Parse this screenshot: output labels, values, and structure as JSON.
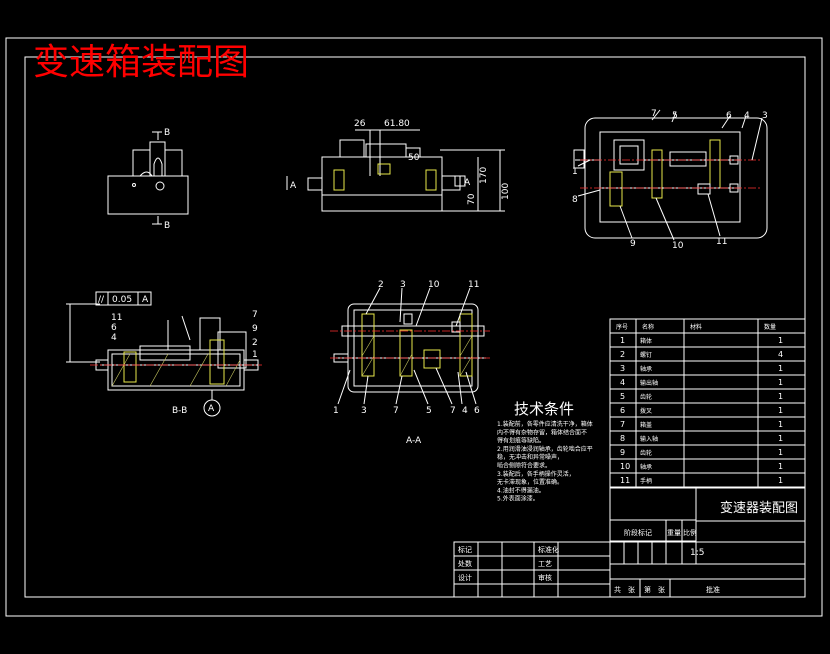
{
  "title_text": "变速箱装配图",
  "drawing_name": "变速器装配图",
  "tech_requirements": {
    "heading": "技术条件",
    "lines": [
      "1.装配前，各零件应清洗干净，箱体",
      "内不得有杂物存留，箱体结合面不",
      "得有划痕等缺陷。",
      "2.用润滑油浸润轴承，齿轮啮合应平",
      "稳，无冲击和异常噪声，",
      "啮合侧隙符合要求。",
      "3.装配后，各手柄操作灵活，",
      "无卡滞现象，位置准确。",
      "4.油封不得漏油。",
      "5.外表面涂漆。"
    ]
  },
  "views": {
    "section_bb_label": "B-B",
    "section_aa_label": "A-A",
    "marker_b": "B",
    "marker_a": "A",
    "datum_a": "A",
    "tolerance": "//",
    "tolerance_value": "0.05",
    "tolerance_datum": "A",
    "dim_26": "26",
    "dim_61": "61.80",
    "dim_50": "50",
    "dim_170": "170",
    "dim_100": "100",
    "dim_70": "70"
  },
  "front_labels": [
    "7",
    "5",
    "6",
    "4",
    "3",
    "1",
    "8",
    "9",
    "10",
    "11"
  ],
  "bb_labels": [
    "11",
    "6",
    "4",
    "7",
    "9",
    "2",
    "1"
  ],
  "aa_top_labels": [
    "2",
    "3",
    "10",
    "11"
  ],
  "aa_bottom_labels": [
    "1",
    "3",
    "7",
    "5",
    "7",
    "4",
    "6"
  ],
  "parts_table": {
    "headers": [
      "序号",
      "名称",
      "材料",
      "数量"
    ],
    "rows": [
      {
        "no": "1",
        "name": "箱体",
        "qty": "1"
      },
      {
        "no": "2",
        "name": "螺钉",
        "qty": "4"
      },
      {
        "no": "3",
        "name": "轴承",
        "qty": "1"
      },
      {
        "no": "4",
        "name": "输出轴",
        "qty": "1"
      },
      {
        "no": "5",
        "name": "齿轮",
        "qty": "1"
      },
      {
        "no": "6",
        "name": "拨叉",
        "qty": "1"
      },
      {
        "no": "7",
        "name": "箱盖",
        "qty": "1"
      },
      {
        "no": "8",
        "name": "输入轴",
        "qty": "1"
      },
      {
        "no": "9",
        "name": "齿轮",
        "qty": "1"
      },
      {
        "no": "10",
        "name": "轴承",
        "qty": "1"
      },
      {
        "no": "11",
        "name": "手柄",
        "qty": "1"
      }
    ]
  },
  "title_block": {
    "stage_label": "阶段标记",
    "weight_label": "重量",
    "scale_label": "比例",
    "scale_value": "1:5",
    "left_rows": [
      "标记",
      "处数",
      "设计"
    ],
    "mid_rows": [
      "标准化",
      "工艺",
      "审核"
    ],
    "bottom": [
      "共",
      "张",
      "第",
      "张",
      "批准"
    ]
  }
}
